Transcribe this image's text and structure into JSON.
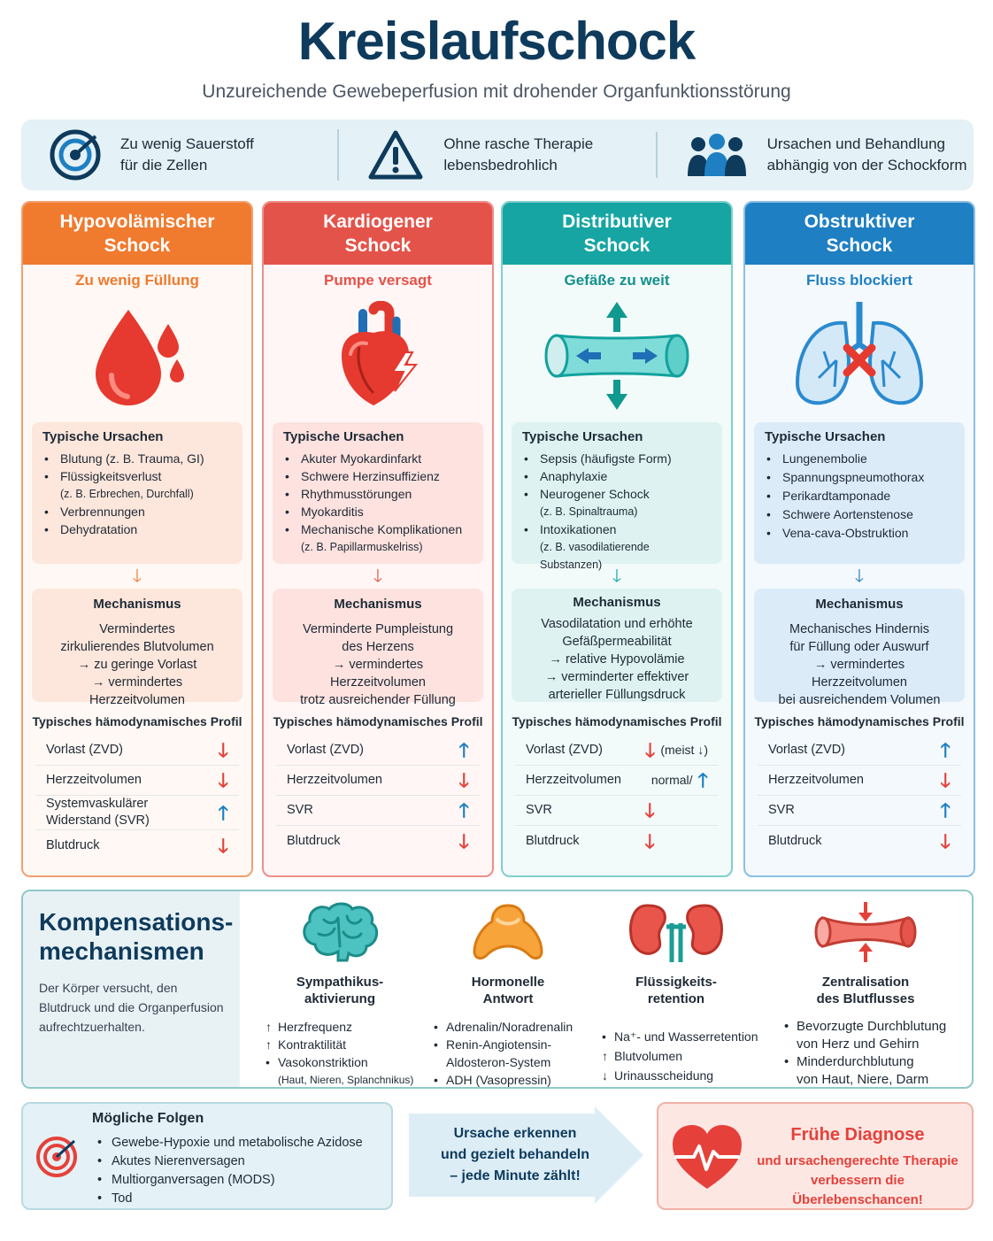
{
  "header": {
    "title": "Kreislaufschock",
    "subtitle": "Unzureichende Gewebeperfusion mit drohender Organfunktionsstörung"
  },
  "info": [
    {
      "icon": "target-icon",
      "line1": "Zu wenig Sauerstoff",
      "line2": "für die Zellen"
    },
    {
      "icon": "warning-icon",
      "line1": "Ohne rasche Therapie",
      "line2": "lebensbedrohlich"
    },
    {
      "icon": "people-icon",
      "line1": "Ursachen und Behandlung",
      "line2": "abhängig von der Schockform"
    }
  ],
  "colors": {
    "hypo": "#f07a2e",
    "kardio": "#e4534a",
    "distri": "#16a5a3",
    "obstru": "#1e7fc3"
  },
  "labels": {
    "causes_title": "Typische Ursachen",
    "mech_title": "Mechanismus",
    "profile_title": "Typisches hämodynamisches Profil"
  },
  "columns": [
    {
      "title1": "Hypovolämischer",
      "title2": "Schock",
      "tagline": "Zu wenig Füllung",
      "icon": "blood-drop-icon",
      "causes": [
        "Blutung (z. B. Trauma, GI)",
        "Flüssigkeitsverlust",
        "(z. B. Erbrechen, Durchfall)",
        "Verbrennungen",
        "Dehydratation"
      ],
      "mechanism": [
        "Vermindertes",
        "zirkulierendes Blutvolumen",
        "→ zu geringe Vorlast",
        "→ vermindertes Herzzeitvolumen"
      ],
      "profile": [
        {
          "label": "Vorlast (ZVD)",
          "dir": "down"
        },
        {
          "label": "Herzzeitvolumen",
          "dir": "down"
        },
        {
          "label": "Systemvaskulärer Widerstand (SVR)",
          "dir": "up"
        },
        {
          "label": "Blutdruck",
          "dir": "down"
        }
      ]
    },
    {
      "title1": "Kardiogener",
      "title2": "Schock",
      "tagline": "Pumpe versagt",
      "icon": "heart-icon",
      "causes": [
        "Akuter Myokardinfarkt",
        "Schwere Herzinsuffizienz",
        "Rhythmusstörungen",
        "Myokarditis",
        "Mechanische Komplikationen",
        "(z. B. Papillarmuskelriss)"
      ],
      "mechanism": [
        "Verminderte Pumpleistung",
        "des Herzens",
        "→ vermindertes Herzzeitvolumen",
        "trotz ausreichender Füllung"
      ],
      "profile": [
        {
          "label": "Vorlast (ZVD)",
          "dir": "up"
        },
        {
          "label": "Herzzeitvolumen",
          "dir": "down"
        },
        {
          "label": "SVR",
          "dir": "up"
        },
        {
          "label": "Blutdruck",
          "dir": "down"
        }
      ]
    },
    {
      "title1": "Distributiver",
      "title2": "Schock",
      "tagline": "Gefäße zu weit",
      "icon": "vessel-dilation-icon",
      "causes": [
        "Sepsis (häufigste Form)",
        "Anaphylaxie",
        "Neurogener Schock",
        "(z. B. Spinaltrauma)",
        "Intoxikationen",
        "(z. B. vasodilatierende Substanzen)"
      ],
      "mechanism": [
        "Vasodilatation und erhöhte",
        "Gefäßpermeabilität",
        "→ relative Hypovolämie",
        "→ verminderter effektiver",
        "arterieller Füllungsdruck"
      ],
      "profile": [
        {
          "label": "Vorlast (ZVD)",
          "dir": "down",
          "note": "(meist ↓)"
        },
        {
          "label": "Herzzeitvolumen",
          "dir": "up",
          "note": "normal/"
        },
        {
          "label": "SVR",
          "dir": "down"
        },
        {
          "label": "Blutdruck",
          "dir": "down"
        }
      ]
    },
    {
      "title1": "Obstruktiver",
      "title2": "Schock",
      "tagline": "Fluss blockiert",
      "icon": "lungs-icon",
      "causes": [
        "Lungenembolie",
        "Spannungspneumothorax",
        "Perikardtamponade",
        "Schwere Aortenstenose",
        "Vena-cava-Obstruktion"
      ],
      "mechanism": [
        "Mechanisches Hindernis",
        "für Füllung oder Auswurf",
        "→ vermindertes Herzzeitvolumen",
        "bei ausreichendem Volumen"
      ],
      "profile": [
        {
          "label": "Vorlast (ZVD)",
          "dir": "up"
        },
        {
          "label": "Herzzeitvolumen",
          "dir": "down"
        },
        {
          "label": "SVR",
          "dir": "up"
        },
        {
          "label": "Blutdruck",
          "dir": "down"
        }
      ]
    }
  ],
  "kompensation": {
    "title1": "Kompensations-",
    "title2": "mechanismen",
    "description": "Der Körper versucht, den Blutdruck und die Organperfusion aufrechtzuerhalten.",
    "items": [
      {
        "icon": "brain-icon",
        "title1": "Sympathikus-",
        "title2": "aktivierung",
        "points": [
          {
            "t": "Herzfrequenz",
            "k": "up"
          },
          {
            "t": "Kontraktilität",
            "k": "up"
          },
          {
            "t": "Vasokonstriktion",
            "k": "dot"
          },
          {
            "t": "(Haut, Nieren, Splanchnikus)",
            "k": "sm"
          }
        ]
      },
      {
        "icon": "gland-icon",
        "title1": "Hormonelle",
        "title2": "Antwort",
        "points": [
          {
            "t": "Adrenalin/Noradrenalin",
            "k": "dot"
          },
          {
            "t": "Renin-Angiotensin-",
            "k": "dot"
          },
          {
            "t": "Aldosteron-System",
            "k": "cont"
          },
          {
            "t": "ADH (Vasopressin)",
            "k": "dot"
          }
        ]
      },
      {
        "icon": "kidneys-icon",
        "title1": "Flüssigkeits-",
        "title2": "retention",
        "points": [
          {
            "t": "Na⁺- und Wasserretention",
            "k": "dot"
          },
          {
            "t": "Blutvolumen",
            "k": "up"
          },
          {
            "t": "Urinausscheidung",
            "k": "down"
          }
        ]
      },
      {
        "icon": "vessel-constriction-icon",
        "title1": "Zentralisation",
        "title2": "des Blutflusses",
        "points": [
          {
            "t": "Bevorzugte Durchblutung",
            "k": "dot"
          },
          {
            "t": "von Herz und Gehirn",
            "k": "cont"
          },
          {
            "t": "Minderdurchblutung",
            "k": "dot"
          },
          {
            "t": "von Haut, Niere, Darm",
            "k": "cont"
          }
        ]
      }
    ]
  },
  "folgen": {
    "title": "Mögliche Folgen",
    "items": [
      "Gewebe-Hypoxie und metabolische Azidose",
      "Akutes Nierenversagen",
      "Multiorganversagen (MODS)",
      "Tod"
    ]
  },
  "ursache": {
    "line1": "Ursache erkennen",
    "line2": "und gezielt behandeln",
    "line3": "– jede Minute zählt!"
  },
  "fruehe": {
    "title": "Frühe Diagnose",
    "line1": "und ursachengerechte Therapie",
    "line2": "verbessern die Überlebenschancen!"
  }
}
